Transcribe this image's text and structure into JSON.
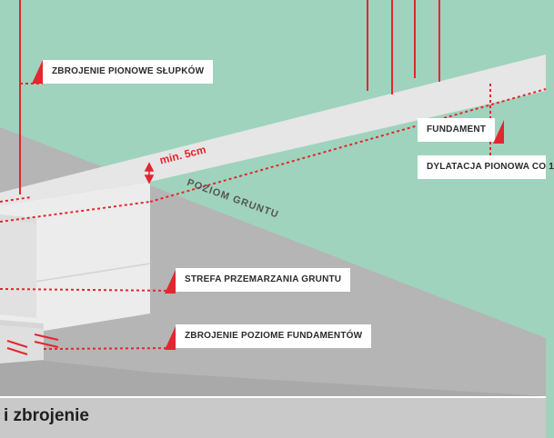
{
  "labels": {
    "vertical_rebar": "ZBROJENIE PIONOWE SŁUPKÓW",
    "foundation": "FUNDAMENT",
    "expansion_joint": "DYLATACJA PIONOWA CO 1",
    "frost_zone": "STREFA PRZEMARZANIA GRUNTU",
    "horizontal_rebar": "ZBROJENIE POZIOME FUNDAMENTÓW"
  },
  "annotations": {
    "min_cover": "min. 5cm",
    "ground_level": "POZIOM GRUNTU"
  },
  "caption": "i zbrojenie",
  "colors": {
    "ground_green": "#9fd3bd",
    "soil_gray": "#b5b5b5",
    "concrete": "#e9e9e9",
    "accent_red": "#e2272f",
    "caption_band": "#c9c9c9"
  }
}
